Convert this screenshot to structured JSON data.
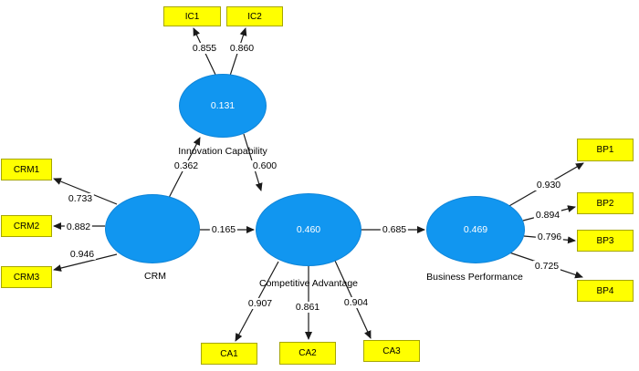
{
  "diagram": {
    "type": "structural-equation-model",
    "constructs": [
      {
        "id": "IC",
        "label": "Innovation Capability",
        "r_squared": "0.131"
      },
      {
        "id": "CRM",
        "label": "CRM",
        "r_squared": ""
      },
      {
        "id": "CA",
        "label": "Competitive Advantage",
        "r_squared": "0.460"
      },
      {
        "id": "BP",
        "label": "Business Performance",
        "r_squared": "0.469"
      }
    ],
    "indicators": [
      {
        "id": "IC1",
        "construct": "IC",
        "loading": "0.855"
      },
      {
        "id": "IC2",
        "construct": "IC",
        "loading": "0.860"
      },
      {
        "id": "CRM1",
        "construct": "CRM",
        "loading": "0.733"
      },
      {
        "id": "CRM2",
        "construct": "CRM",
        "loading": "0.882"
      },
      {
        "id": "CRM3",
        "construct": "CRM",
        "loading": "0.946"
      },
      {
        "id": "BP1",
        "construct": "BP",
        "loading": "0.930"
      },
      {
        "id": "BP2",
        "construct": "BP",
        "loading": "0.894"
      },
      {
        "id": "BP3",
        "construct": "BP",
        "loading": "0.796"
      },
      {
        "id": "BP4",
        "construct": "BP",
        "loading": "0.725"
      },
      {
        "id": "CA1",
        "construct": "CA",
        "loading": "0.907"
      },
      {
        "id": "CA2",
        "construct": "CA",
        "loading": "0.861"
      },
      {
        "id": "CA3",
        "construct": "CA",
        "loading": "0.904"
      }
    ],
    "paths": [
      {
        "from": "CRM",
        "to": "IC",
        "coefficient": "0.362"
      },
      {
        "from": "CRM",
        "to": "CA",
        "coefficient": "0.165"
      },
      {
        "from": "IC",
        "to": "CA",
        "coefficient": "0.600"
      },
      {
        "from": "CA",
        "to": "BP",
        "coefficient": "0.685"
      }
    ],
    "colors": {
      "construct_fill": "#1196F0",
      "construct_border": "#0F85D8",
      "construct_value_text": "#FFFFFF",
      "indicator_fill": "#FFFF00",
      "indicator_border": "#A6A600",
      "line": "#1A1A1A",
      "text": "#000000",
      "background": "#FFFFFF"
    }
  }
}
